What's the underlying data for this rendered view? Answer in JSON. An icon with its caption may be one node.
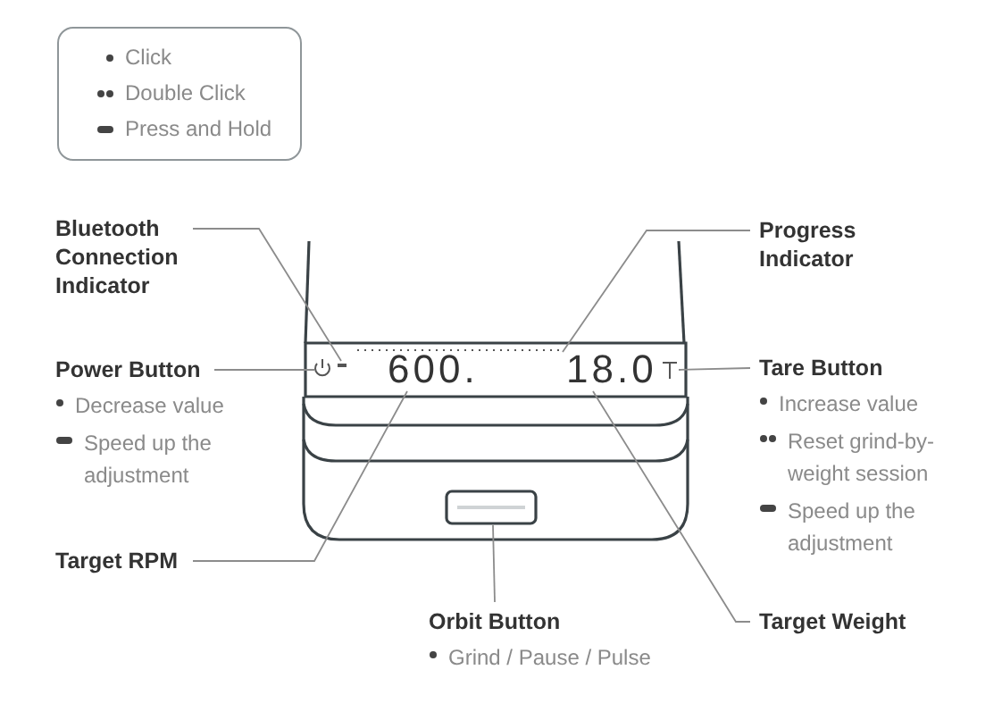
{
  "diagram": {
    "nodes": [
      {
        "text": [
          "Bluetooth Connection Indicator"
        ]
      },
      {
        "text": [
          "Progress Indicator"
        ]
      },
      {
        "text": [
          "Power Button",
          "Decrease value",
          "Speed up the adjustment"
        ]
      },
      {
        "text": [
          "Tare Button",
          "Increase value",
          "Reset grind-by-weight session",
          "Speed up the adjustment"
        ]
      },
      {
        "text": [
          "Target RPM"
        ]
      },
      {
        "text": [
          "Target Weight"
        ]
      },
      {
        "text": [
          "Orbit Button",
          "Grind / Pause / Pulse"
        ]
      },
      {
        "text": [],
        "shape": "icon"
      },
      {
        "text": [],
        "shape": "bar"
      },
      {
        "text": [],
        "shape": "line"
      },
      {
        "text": [],
        "shape": "icon"
      },
      {
        "text": [
          "600."
        ]
      },
      {
        "text": [
          "18.0"
        ]
      },
      {
        "text": [],
        "shape": "box"
      }
    ],
    "edges": [
      {
        "from": 0,
        "to": 8,
        "arrow": "none"
      },
      {
        "from": 1,
        "to": 9,
        "arrow": "none"
      },
      {
        "from": 2,
        "to": 7,
        "arrow": "none"
      },
      {
        "from": 3,
        "to": 10,
        "arrow": "none"
      },
      {
        "from": 4,
        "to": 11,
        "arrow": "none"
      },
      {
        "from": 5,
        "to": 12,
        "arrow": "none"
      },
      {
        "from": 6,
        "to": 13,
        "arrow": "none"
      }
    ],
    "legend": [
      {
        "text": "Click"
      },
      {
        "text": "Double Click"
      },
      {
        "text": "Press and Hold"
      }
    ]
  }
}
